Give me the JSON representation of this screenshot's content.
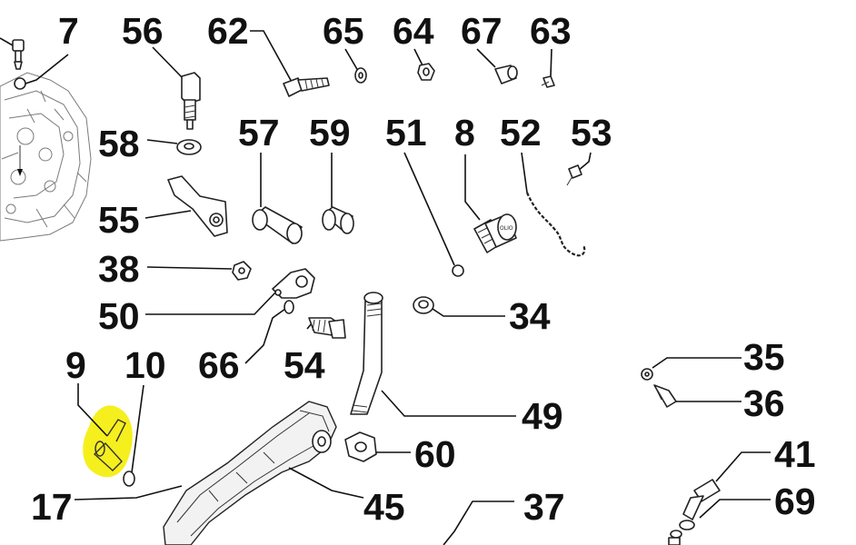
{
  "diagram": {
    "highlight_color": "#f6ef1e",
    "ink_color": "#111111",
    "callouts": [
      {
        "key": "7",
        "label": "7"
      },
      {
        "key": "56",
        "label": "56"
      },
      {
        "key": "62",
        "label": "62"
      },
      {
        "key": "65",
        "label": "65"
      },
      {
        "key": "64",
        "label": "64"
      },
      {
        "key": "67",
        "label": "67"
      },
      {
        "key": "63",
        "label": "63"
      },
      {
        "key": "58",
        "label": "58"
      },
      {
        "key": "57",
        "label": "57"
      },
      {
        "key": "59",
        "label": "59"
      },
      {
        "key": "51",
        "label": "51"
      },
      {
        "key": "8",
        "label": "8"
      },
      {
        "key": "52",
        "label": "52"
      },
      {
        "key": "53",
        "label": "53"
      },
      {
        "key": "55",
        "label": "55"
      },
      {
        "key": "38",
        "label": "38"
      },
      {
        "key": "50",
        "label": "50"
      },
      {
        "key": "34",
        "label": "34"
      },
      {
        "key": "9",
        "label": "9"
      },
      {
        "key": "10",
        "label": "10"
      },
      {
        "key": "66",
        "label": "66"
      },
      {
        "key": "54",
        "label": "54"
      },
      {
        "key": "35",
        "label": "35"
      },
      {
        "key": "36",
        "label": "36"
      },
      {
        "key": "49",
        "label": "49"
      },
      {
        "key": "60",
        "label": "60"
      },
      {
        "key": "41",
        "label": "41"
      },
      {
        "key": "17",
        "label": "17"
      },
      {
        "key": "45",
        "label": "45"
      },
      {
        "key": "37",
        "label": "37"
      },
      {
        "key": "69",
        "label": "69"
      }
    ],
    "cap_marking": "OLIO"
  }
}
